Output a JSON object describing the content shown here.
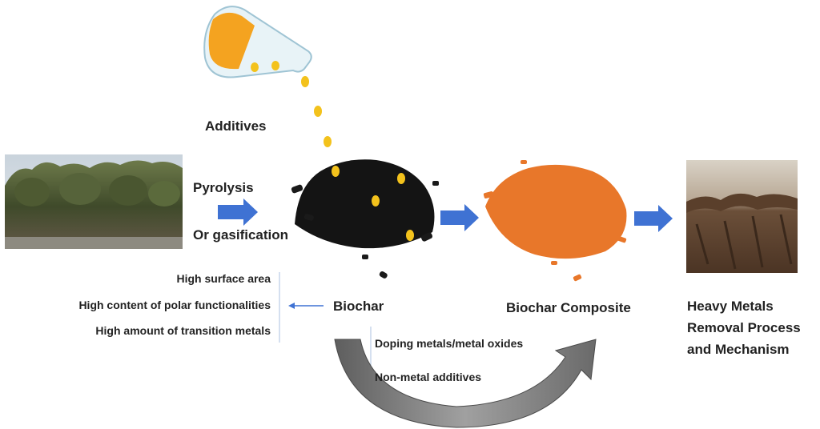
{
  "labels": {
    "additives": "Additives",
    "pyrolysis": "Pyrolysis",
    "gasification": "Or gasification",
    "biochar": "Biochar",
    "biochar_composite": "Biochar Composite",
    "heavy_metals": [
      "Heavy Metals",
      "Removal Process",
      "and Mechanism"
    ],
    "doping": "Doping metals/metal oxides",
    "non_metal": "Non-metal additives"
  },
  "properties": [
    "High surface area",
    "High content of polar functionalities",
    "High amount of transition metals"
  ],
  "colors": {
    "arrow_blue": "#3f72d3",
    "biochar_black": "#141414",
    "composite_orange": "#e8772a",
    "additive_yellow": "#f3c21c",
    "curved_arrow_gray": "#8a8a8a"
  }
}
